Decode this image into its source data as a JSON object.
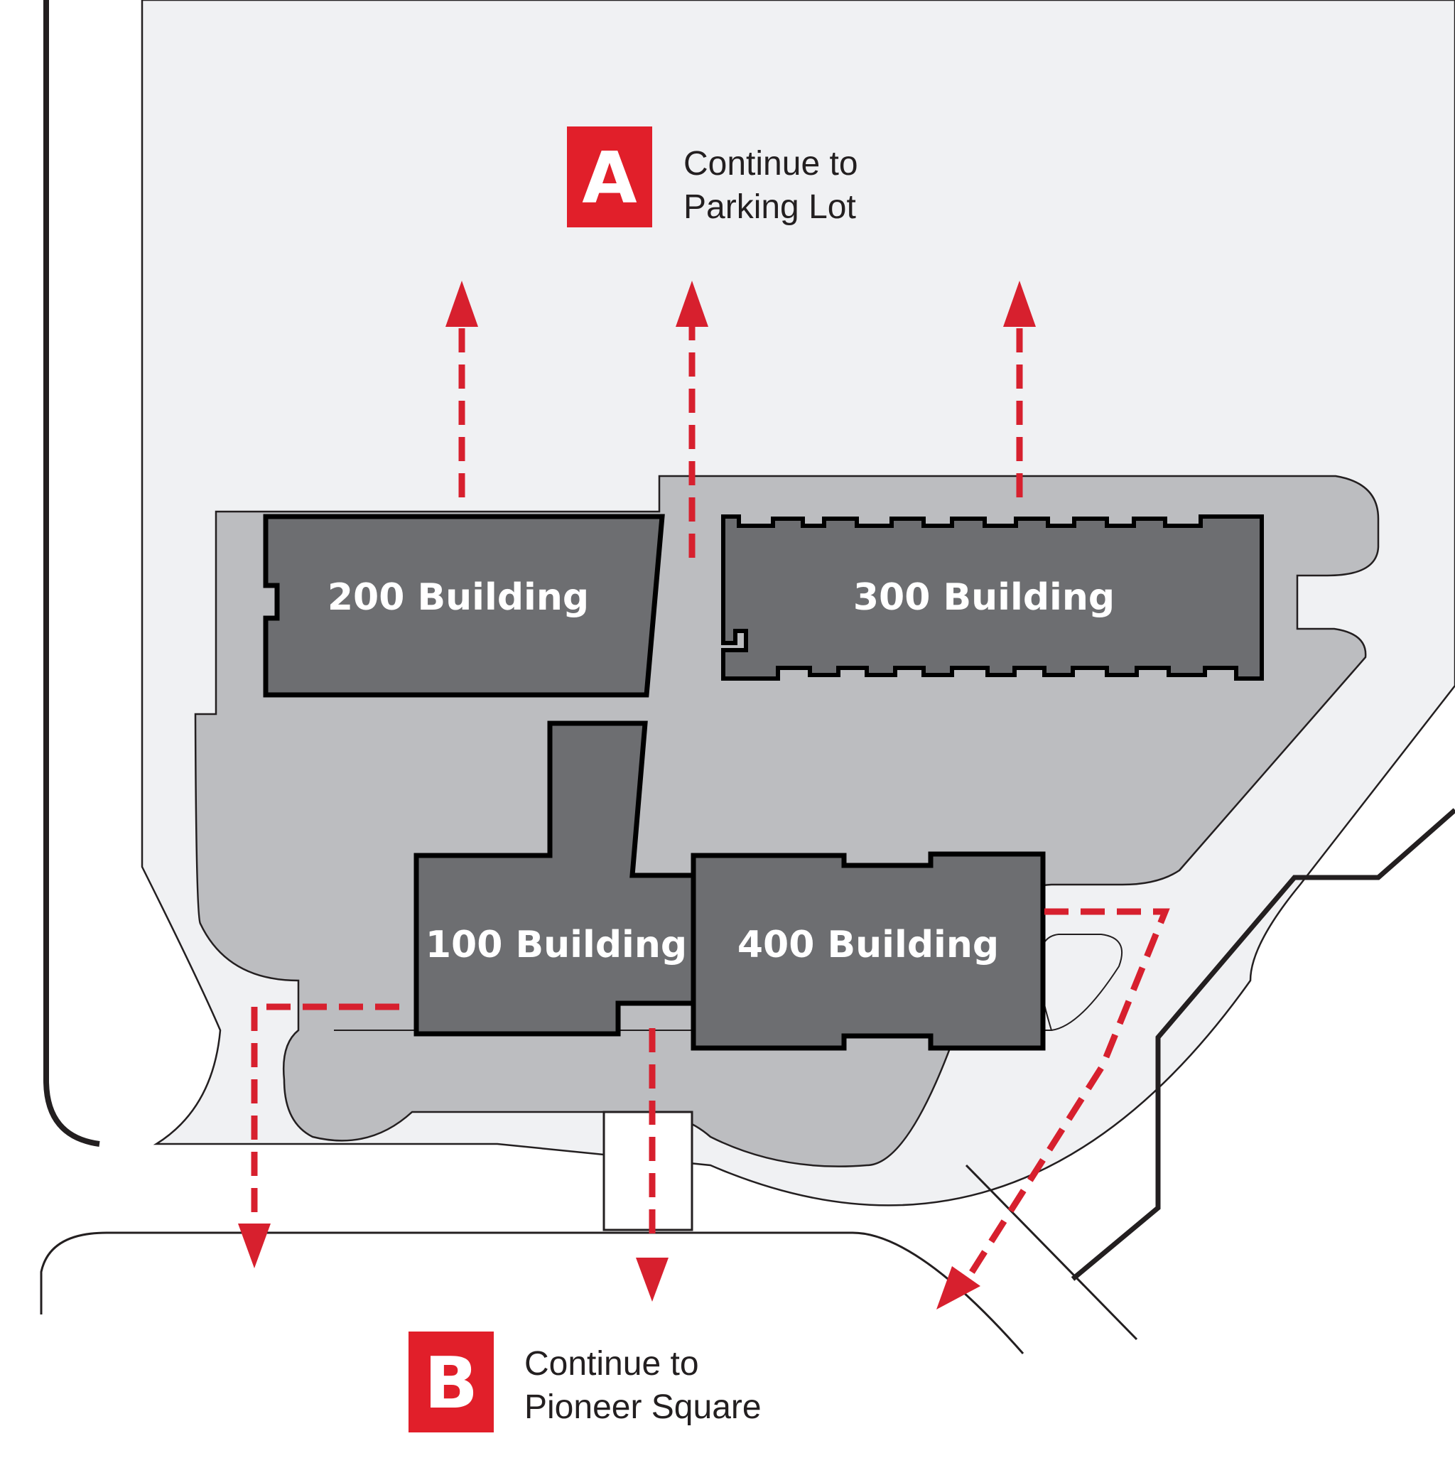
{
  "colors": {
    "open_area": "#f0f1f3",
    "paved_area": "#bcbdc0",
    "building": "#6d6e71",
    "outline": "#231f20",
    "route": "#d7202e",
    "marker": "#e11f2a"
  },
  "buildings": {
    "b200": "200 Building",
    "b300": "300 Building",
    "b100": "100 Building",
    "b400": "400 Building"
  },
  "destinations": {
    "a": {
      "letter": "A",
      "line1": "Continue to",
      "line2": "Parking Lot"
    },
    "b": {
      "letter": "B",
      "line1": "Continue to",
      "line2": "Pioneer Square"
    }
  }
}
